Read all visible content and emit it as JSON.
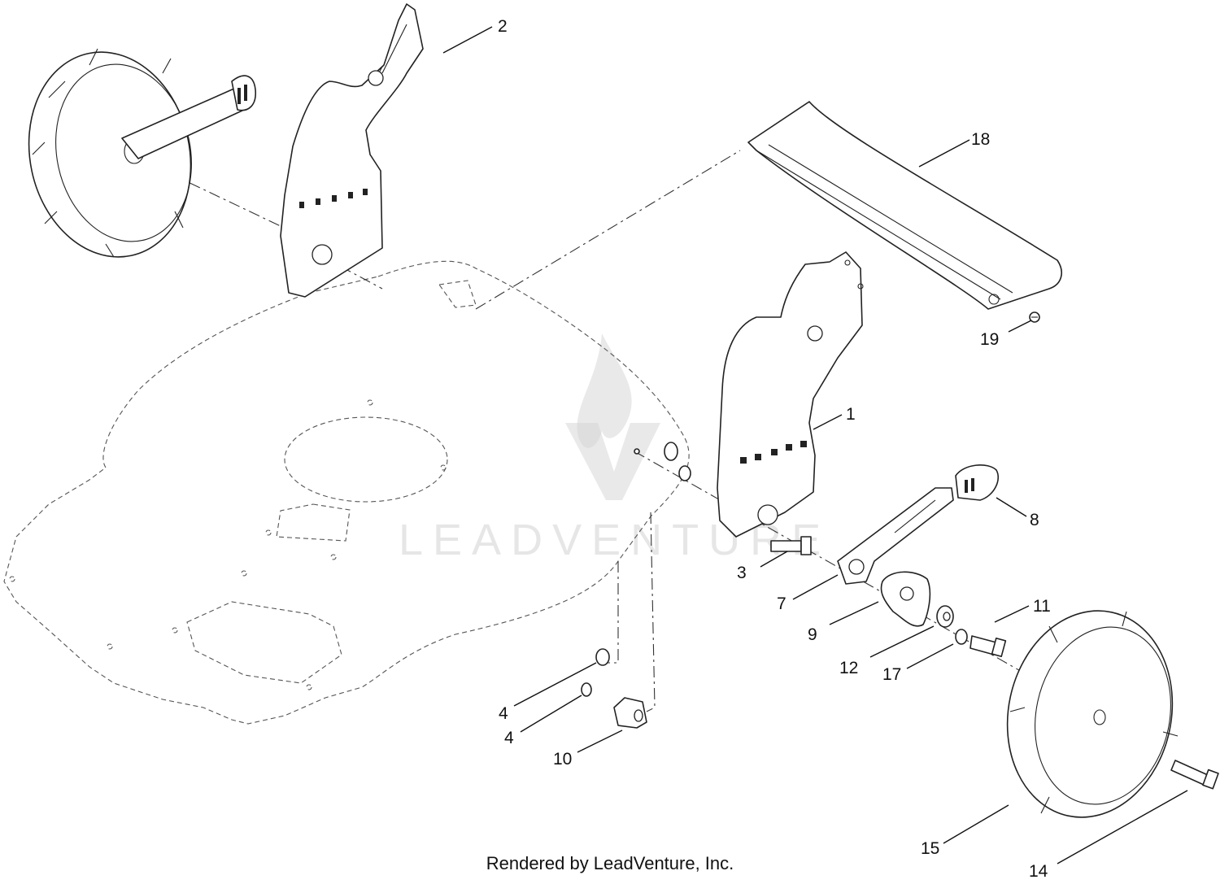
{
  "callouts": [
    {
      "id": "1",
      "label": "1"
    },
    {
      "id": "2",
      "label": "2"
    },
    {
      "id": "3",
      "label": "3"
    },
    {
      "id": "4a",
      "label": "4"
    },
    {
      "id": "4b",
      "label": "4"
    },
    {
      "id": "7",
      "label": "7"
    },
    {
      "id": "8",
      "label": "8"
    },
    {
      "id": "9",
      "label": "9"
    },
    {
      "id": "10",
      "label": "10"
    },
    {
      "id": "11",
      "label": "11"
    },
    {
      "id": "12",
      "label": "12"
    },
    {
      "id": "14",
      "label": "14"
    },
    {
      "id": "15",
      "label": "15"
    },
    {
      "id": "17",
      "label": "17"
    },
    {
      "id": "18",
      "label": "18"
    },
    {
      "id": "19",
      "label": "19"
    }
  ],
  "watermark": "LEADVENTURE",
  "footer": "Rendered by LeadVenture, Inc.",
  "colors": {
    "line": "#222222",
    "watermark": "#c9c9c9",
    "background": "#ffffff"
  }
}
